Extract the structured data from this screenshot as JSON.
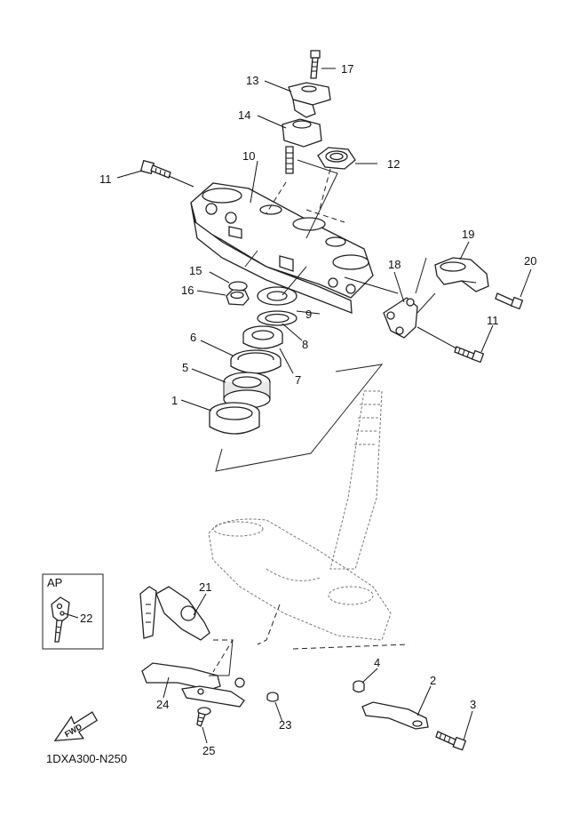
{
  "callouts": [
    "1",
    "2",
    "3",
    "4",
    "5",
    "6",
    "7",
    "8",
    "9",
    "10",
    "11",
    "11",
    "12",
    "13",
    "14",
    "15",
    "16",
    "17",
    "18",
    "19",
    "20",
    "21",
    "22",
    "23",
    "24",
    "25"
  ],
  "inset_label": "AP",
  "fwd_label": "FWD",
  "diagram_code": "1DXA300-N250"
}
